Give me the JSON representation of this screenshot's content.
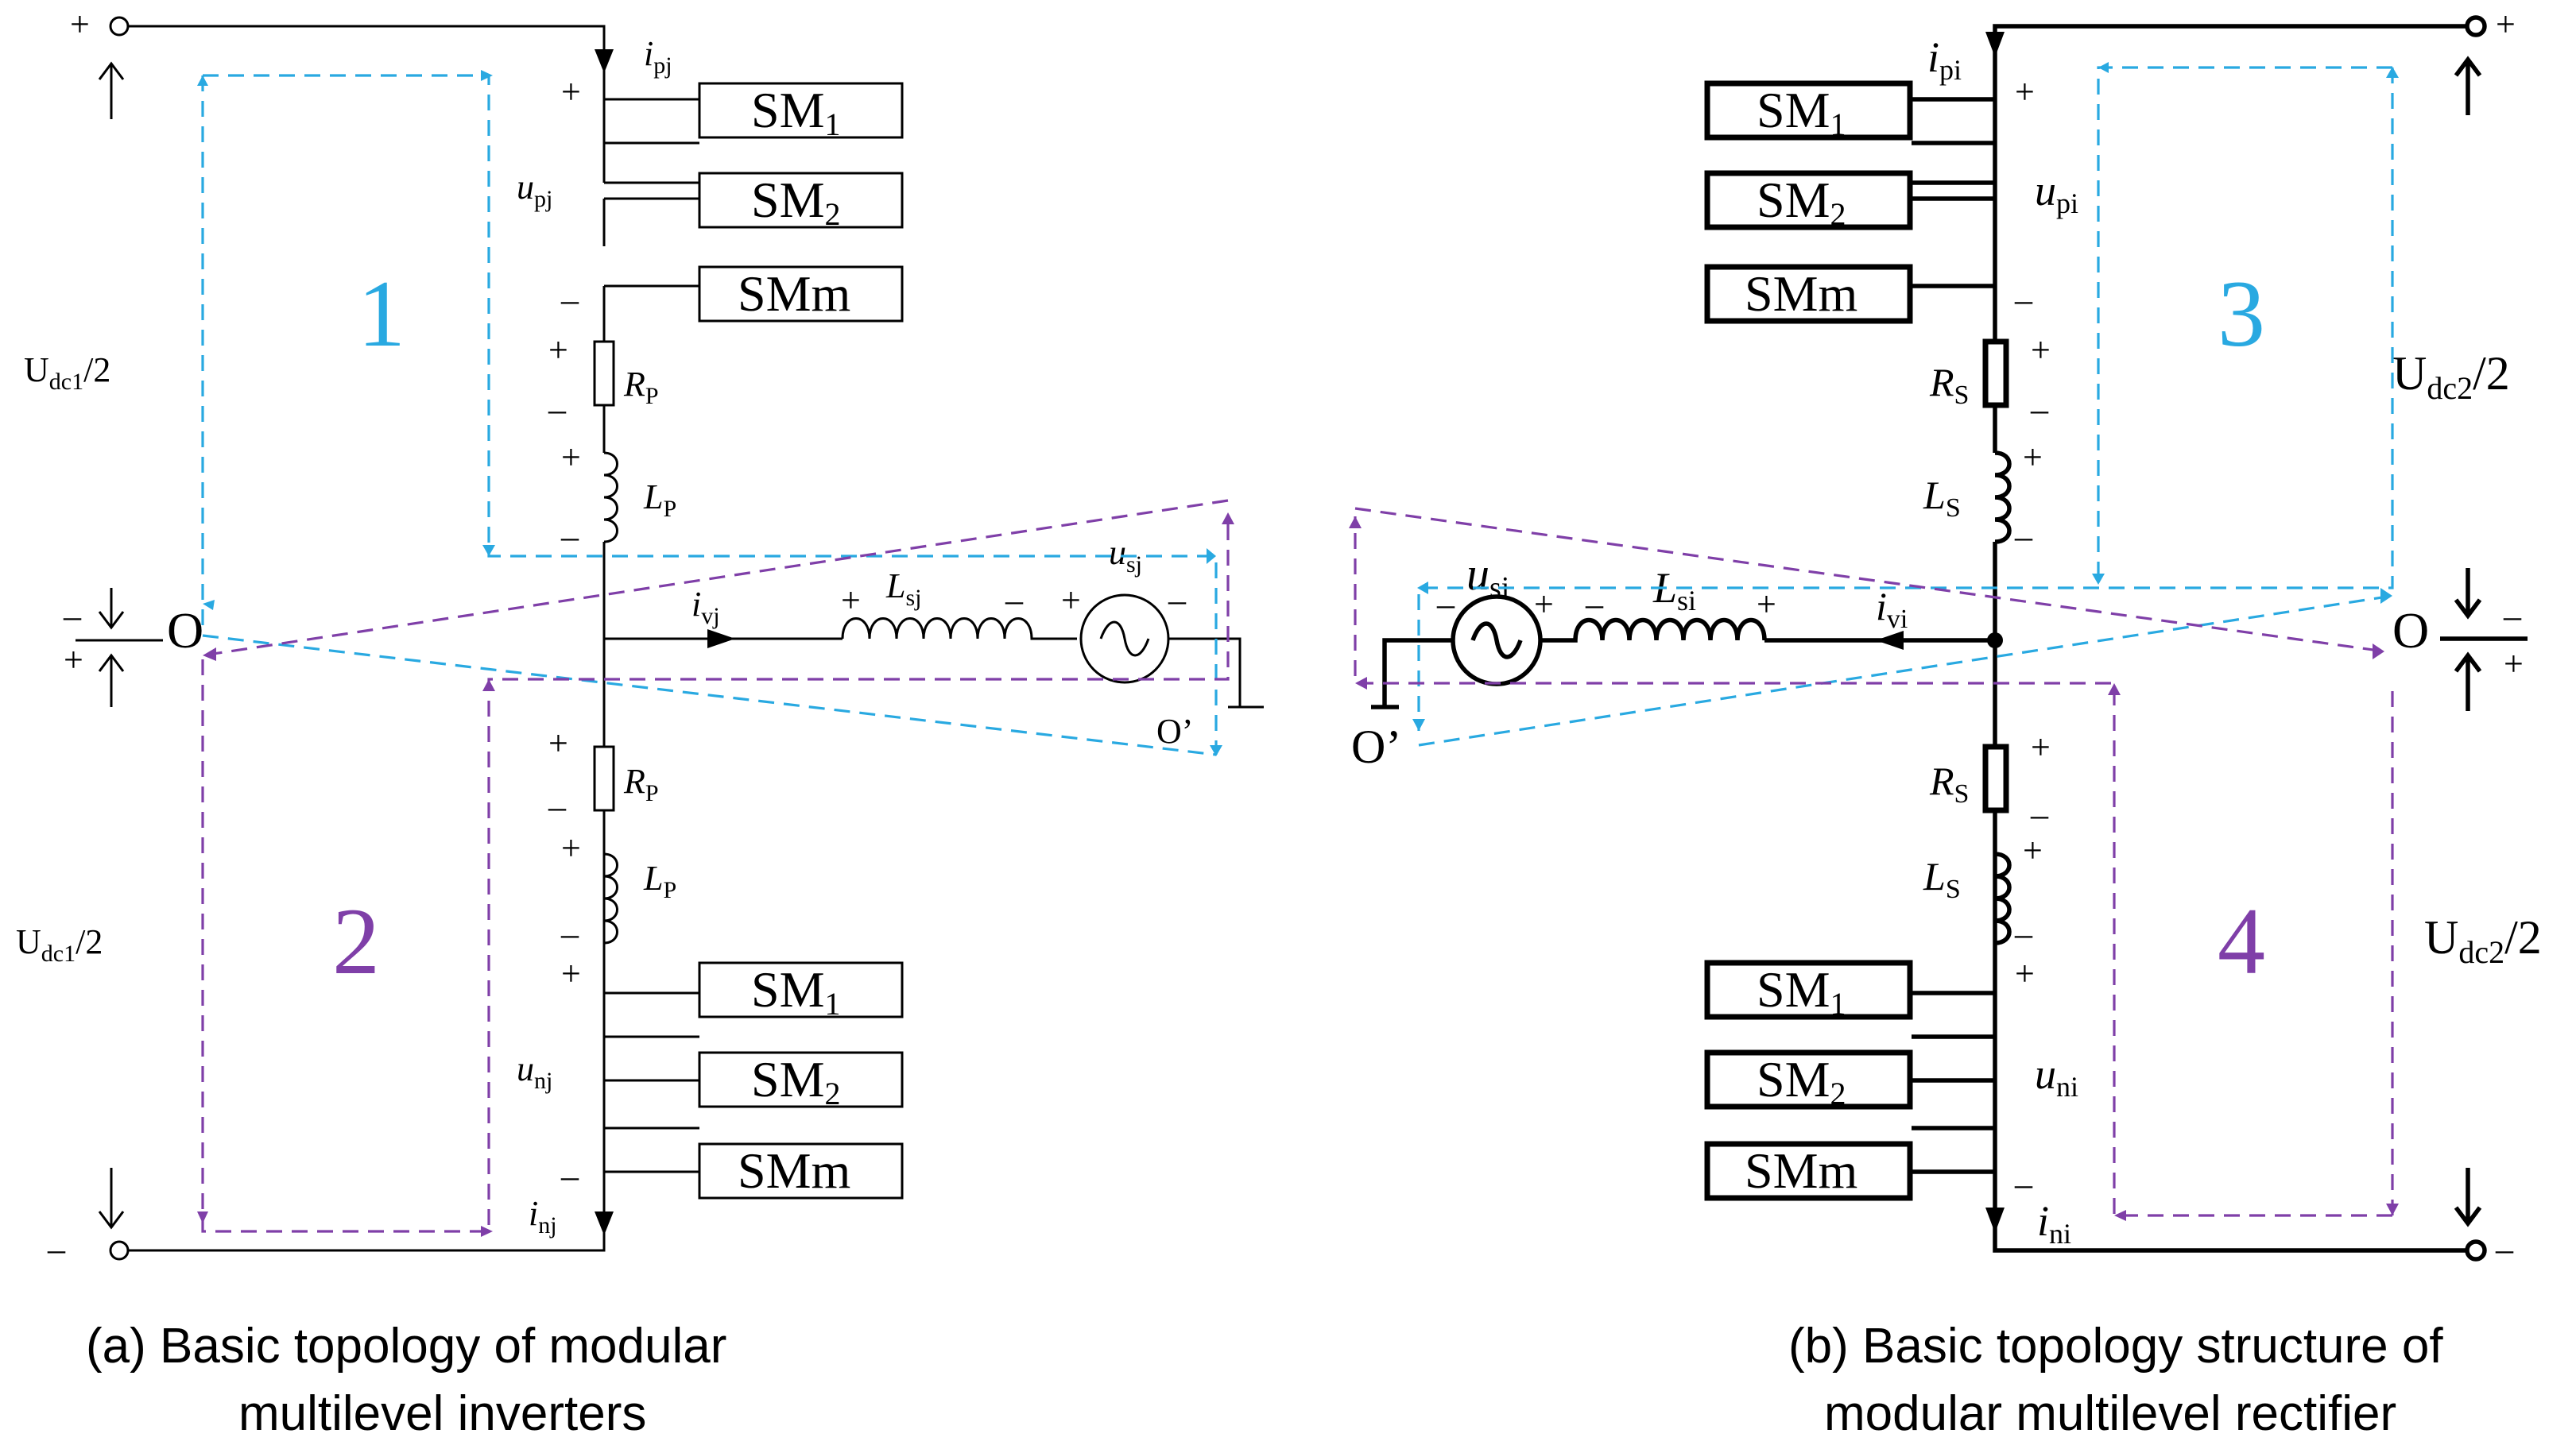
{
  "colors": {
    "loop_blue": "#29a9e1",
    "loop_purple": "#7f3fa8",
    "line": "#000000"
  },
  "left": {
    "submodules_upper": [
      "SM1",
      "SM2",
      "SMm"
    ],
    "submodules_lower": [
      "SM1",
      "SM2",
      "SMm"
    ],
    "sm_base": "SM",
    "sm_sub_1": "1",
    "sm_sub_2": "2",
    "sm_m": "SMm",
    "i_p": {
      "base": "i",
      "sub": "pj"
    },
    "u_p": {
      "base": "u",
      "sub": "pj"
    },
    "R": {
      "base": "R",
      "sub": "P"
    },
    "L": {
      "base": "L",
      "sub": "P"
    },
    "i_v": {
      "base": "i",
      "sub": "vj"
    },
    "L_s": {
      "base": "L",
      "sub": "sj"
    },
    "u_s": {
      "base": "u",
      "sub": "sj"
    },
    "u_n": {
      "base": "u",
      "sub": "nj"
    },
    "i_n": {
      "base": "i",
      "sub": "nj"
    },
    "udc_upper": {
      "base": "U",
      "sub": "dc1",
      "suffix": "/2"
    },
    "udc_lower": {
      "base": "U",
      "sub": "dc1",
      "suffix": "/2"
    },
    "node_O": "O",
    "node_O_prime": "O’",
    "loop_1": "1",
    "loop_2": "2",
    "caption_line1": "(a) Basic topology of modular",
    "caption_line2": "multilevel inverters"
  },
  "right": {
    "sm_base": "SM",
    "sm_sub_1": "1",
    "sm_sub_2": "2",
    "sm_m": "SMm",
    "i_p": {
      "base": "i",
      "sub": "pi"
    },
    "u_p": {
      "base": "u",
      "sub": "pi"
    },
    "R": {
      "base": "R",
      "sub": "S"
    },
    "L": {
      "base": "L",
      "sub": "S"
    },
    "i_v": {
      "base": "i",
      "sub": "vi"
    },
    "L_s": {
      "base": "L",
      "sub": "si"
    },
    "u_s": {
      "base": "u",
      "sub": "si"
    },
    "u_n": {
      "base": "u",
      "sub": "ni"
    },
    "i_n": {
      "base": "i",
      "sub": "ni"
    },
    "udc_upper": {
      "base": "U",
      "sub": "dc2",
      "suffix": "/2"
    },
    "udc_lower": {
      "base": "U",
      "sub": "dc2",
      "suffix": "/2"
    },
    "node_O": "O",
    "node_O_prime": "O’",
    "loop_3": "3",
    "loop_4": "4",
    "caption_line1": "(b) Basic topology structure of",
    "caption_line2": "modular multilevel rectifier"
  },
  "signs": {
    "plus": "+",
    "minus": "–"
  }
}
